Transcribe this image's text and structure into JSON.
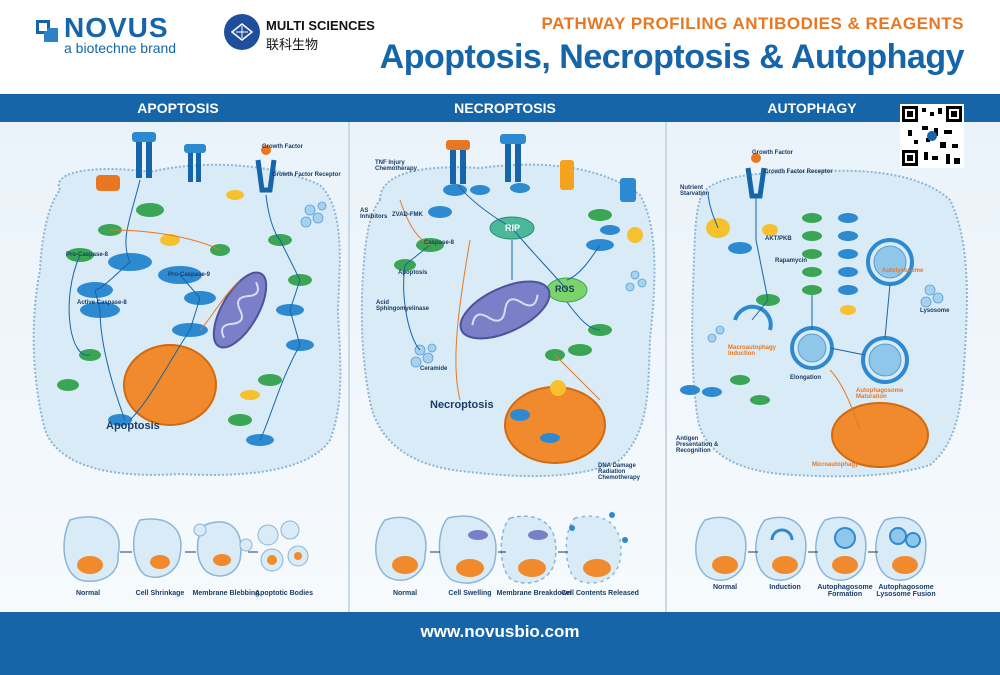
{
  "header": {
    "novus_name": "NOVUS",
    "novus_tagline": "a biotechne brand",
    "multi_name": "MULTI SCIENCES",
    "multi_chinese": "联科生物",
    "subtitle": "PATHWAY PROFILING ANTIBODIES & REAGENTS",
    "title": "Apoptosis, Necroptosis & Autophagy"
  },
  "sections": {
    "apoptosis": "APOPTOSIS",
    "necroptosis": "NECROPTOSIS",
    "autophagy": "AUTOPHAGY"
  },
  "diagram_labels": {
    "apoptosis_center": "Apoptosis",
    "necroptosis_center": "Necroptosis",
    "rip": "RIP",
    "ros": "ROS",
    "growth_factor": "Growth Factor",
    "growth_factor_receptor": "Growth Factor Receptor",
    "growth_factor_ap": "Growth Factor",
    "growth_factor_receptor_ap": "Growth Factor Receptor",
    "tnf_injury": "TNF Injury Chemotherapy",
    "as_inhibitors": "AS Inhibitors",
    "dna_damage": "DNA Damage Radiation Chemotherapy",
    "nutrient_starvation": "Nutrient Starvation",
    "macroautophagy": "Macroautophagy Induction",
    "elongation": "Elongation",
    "autophagosome_maturation": "Autophagosome Maturation",
    "autolysosome": "Autolysosome",
    "lysosome": "Lysosome",
    "microautophagy": "Microautophagy",
    "antigen": "Antigen Presentation & Recognition",
    "pro_caspase_8": "Pro-Caspase-8",
    "active_caspase_8": "Active Caspase-8",
    "pro_caspase_9": "Pro-Caspase-9",
    "caspase_8": "Caspase-8",
    "apoptosis_nec": "Apoptosis",
    "zvad": "ZVAD-FMK",
    "acid_sphingo": "Acid Sphingomyelinase",
    "ceramide": "Ceramide",
    "rapamycin": "Rapamycin",
    "akt_pkb": "AKT/PKB"
  },
  "stages": {
    "apoptosis": [
      "Normal",
      "Cell Shrinkage",
      "Membrane Blebbing",
      "Apoptotic Bodies"
    ],
    "necroptosis": [
      "Normal",
      "Cell Swelling",
      "Membrane Breakdown",
      "Cell Contents Released"
    ],
    "autophagy": [
      "Normal",
      "Induction",
      "Autophagosome Formation",
      "Autophagosome Lysosome Fusion"
    ]
  },
  "footer": {
    "url": "www.novusbio.com"
  },
  "colors": {
    "brand_blue": "#1565a8",
    "accent_orange": "#e87722",
    "nucleus_orange": "#f08a2c",
    "cell_fill": "#d9ebf7",
    "protein_green": "#3aa655"
  }
}
